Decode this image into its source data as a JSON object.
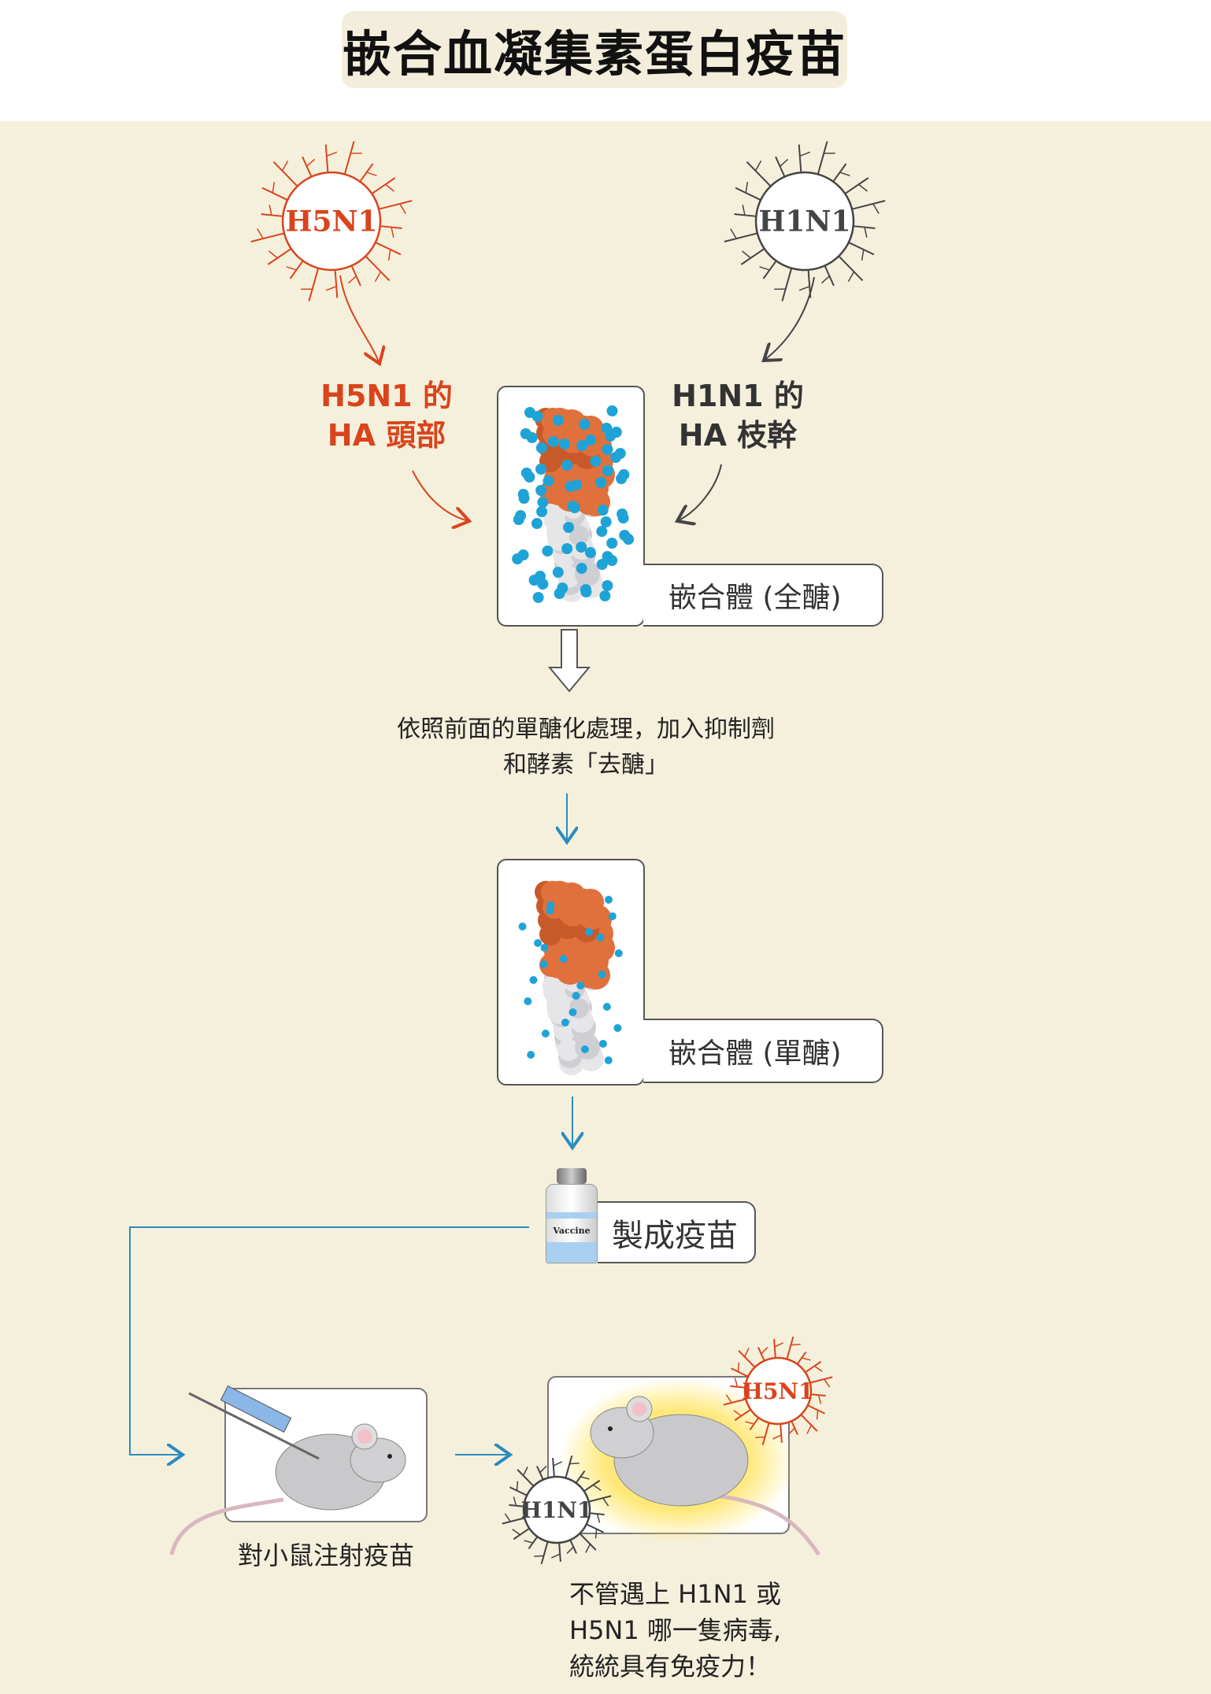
{
  "title": "嵌合血凝集素蛋白疫苗",
  "viruses": {
    "h5n1": "H5N1",
    "h1n1": "H1N1"
  },
  "labels": {
    "h5n1_head": [
      "H5N1 的",
      "HA 頭部"
    ],
    "h1n1_stem": [
      "H1N1 的",
      "HA 枝幹"
    ]
  },
  "chimera_full": "嵌合體 (全醣)",
  "process_text": [
    "依照前面的單醣化處理，加入抑制劑",
    "和酵素「去醣」"
  ],
  "chimera_mono": "嵌合體 (單醣)",
  "vaccine": {
    "vial_label": "Vaccine",
    "caption": "製成疫苗"
  },
  "inject_caption": "對小鼠注射疫苗",
  "result": [
    "不管遇上 H1N1 或",
    "H5N1 哪一隻病毒,",
    "統統具有免疫力！"
  ],
  "colors": {
    "red": "#d9441c",
    "dark": "#333333",
    "blue": "#2a8bc0",
    "bg": "#f5f0dc",
    "glyco": "#1fa3d6",
    "head": "#e0703c"
  }
}
